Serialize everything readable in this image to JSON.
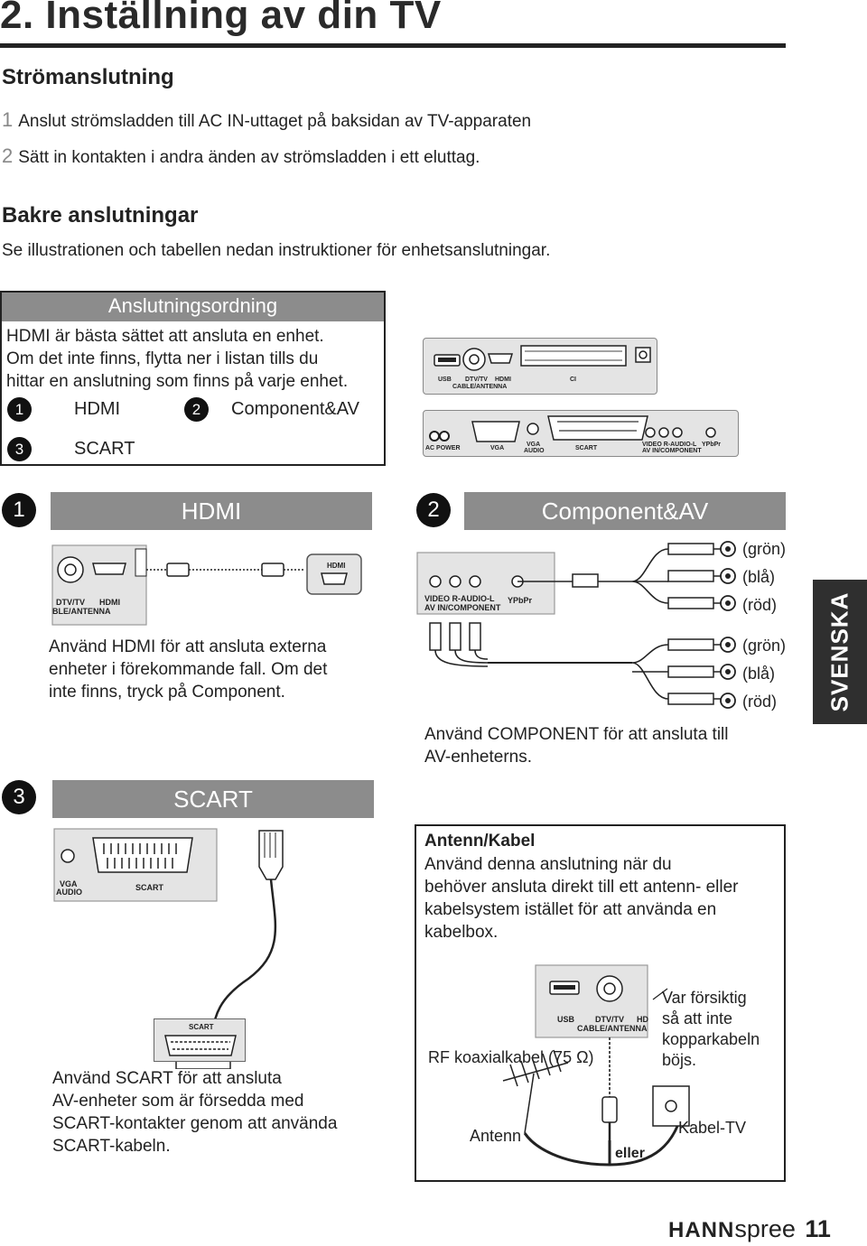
{
  "page": {
    "title": "2. Inställning av din TV",
    "page_number": "11",
    "side_tab": "SVENSKA",
    "brand_a": "HANN",
    "brand_b": "spree"
  },
  "power": {
    "heading": "Strömanslutning",
    "steps": [
      {
        "num": "1",
        "text": "Anslut strömsladden till AC IN-uttaget på baksidan av TV-apparaten"
      },
      {
        "num": "2",
        "text": "Sätt in kontakten i andra änden av strömsladden i ett eluttag."
      }
    ]
  },
  "rear": {
    "heading": "Bakre anslutningar",
    "intro": "Se illustrationen och tabellen nedan instruktioner för enhetsanslutningar."
  },
  "order_box": {
    "title": "Anslutningsordning",
    "lines": [
      "HDMI är bästa sättet att ansluta en enhet.",
      "Om det inte finns, flytta ner i listan tills du",
      "hittar en anslutning som finns på varje enhet."
    ],
    "items": [
      {
        "num": "1",
        "label": "HDMI"
      },
      {
        "num": "2",
        "label": "Component&AV"
      },
      {
        "num": "3",
        "label": "SCART"
      }
    ]
  },
  "rear_panel": {
    "top": {
      "usb": "USB",
      "dtv1": "DTV/TV",
      "dtv2": "CABLE/ANTENNA",
      "hdmi": "HDMI",
      "ci": "CI"
    },
    "bottom": {
      "ac": "AC POWER",
      "vga": "VGA",
      "vga_audio1": "VGA",
      "vga_audio2": "AUDIO",
      "scart": "SCART",
      "video1": "VIDEO R-AUDIO-L",
      "video2": "AV IN/COMPONENT",
      "ypbpr": "YPbPr"
    }
  },
  "hdmi_section": {
    "num": "1",
    "title": "HDMI",
    "panel_dtv1": "DTV/TV",
    "panel_dtv2": "BLE/ANTENNA",
    "panel_hdmi": "HDMI",
    "device_hdmi": "HDMI",
    "text": [
      "Använd HDMI för att ansluta externa",
      "enheter i förekommande fall. Om det",
      "inte finns, tryck på Component."
    ]
  },
  "component_section": {
    "num": "2",
    "title": "Component&AV",
    "panel_video1": "VIDEO R-AUDIO-L",
    "panel_video2": "AV IN/COMPONENT",
    "panel_ypbpr": "YPbPr",
    "colors_top": [
      "(grön)",
      "(blå)",
      "(röd)"
    ],
    "colors_bottom": [
      "(grön)",
      "(blå)",
      "(röd)"
    ],
    "text": [
      "Använd COMPONENT för att ansluta till",
      "AV-enheterns."
    ]
  },
  "scart_section": {
    "num": "3",
    "title": "SCART",
    "panel_vga1": "VGA",
    "panel_vga2": "AUDIO",
    "panel_scart": "SCART",
    "device_scart": "SCART",
    "text": [
      "Använd SCART för att ansluta",
      "AV-enheter som är försedda med",
      "SCART-kontakter genom att använda",
      "SCART-kabeln."
    ]
  },
  "antenna_box": {
    "title": "Antenn/Kabel",
    "text": [
      "Använd denna anslutning när du",
      "behöver ansluta direkt till ett antenn- eller",
      "kabelsystem istället för att använda en",
      "kabelbox."
    ],
    "panel_usb": "USB",
    "panel_dtv1": "DTV/TV",
    "panel_dtv2": "CABLE/ANTENNA",
    "panel_hd": "HD",
    "rf": "RF koaxialkabel (75 Ω)",
    "caution": [
      "Var försiktig",
      "så att inte",
      "kopparkabeln",
      "böjs."
    ],
    "antenna": "Antenn",
    "cable_tv": "Kabel-TV",
    "or": "eller"
  },
  "colors": {
    "header_gray": "#8c8c8c",
    "panel_gray": "#e4e4e4",
    "side_tab": "#2f2f2f"
  }
}
